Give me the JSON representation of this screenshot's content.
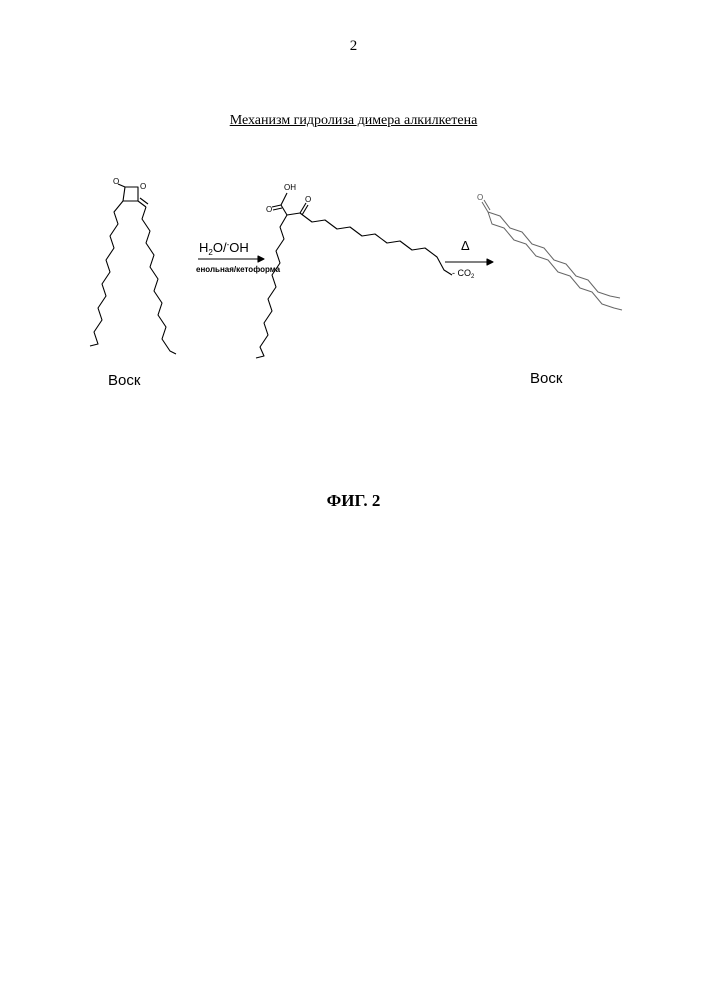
{
  "page_number": "2",
  "figure_title": "Механизм гидролиза димера алкилкетена",
  "caption": "ФИГ. 2",
  "reaction_1": {
    "reagent_main": "H",
    "reagent_sub": "2",
    "reagent_tail": "O/",
    "reagent_minus": "-",
    "reagent_oh": "OH",
    "condition": "енольная/кетоформа"
  },
  "reaction_2": {
    "reagent": "Δ",
    "condition_main": "- CO",
    "condition_sub": "2"
  },
  "molecules": {
    "left_label": "Воск",
    "right_label": "Воск",
    "atom_o": "O",
    "atom_oh": "OH"
  }
}
